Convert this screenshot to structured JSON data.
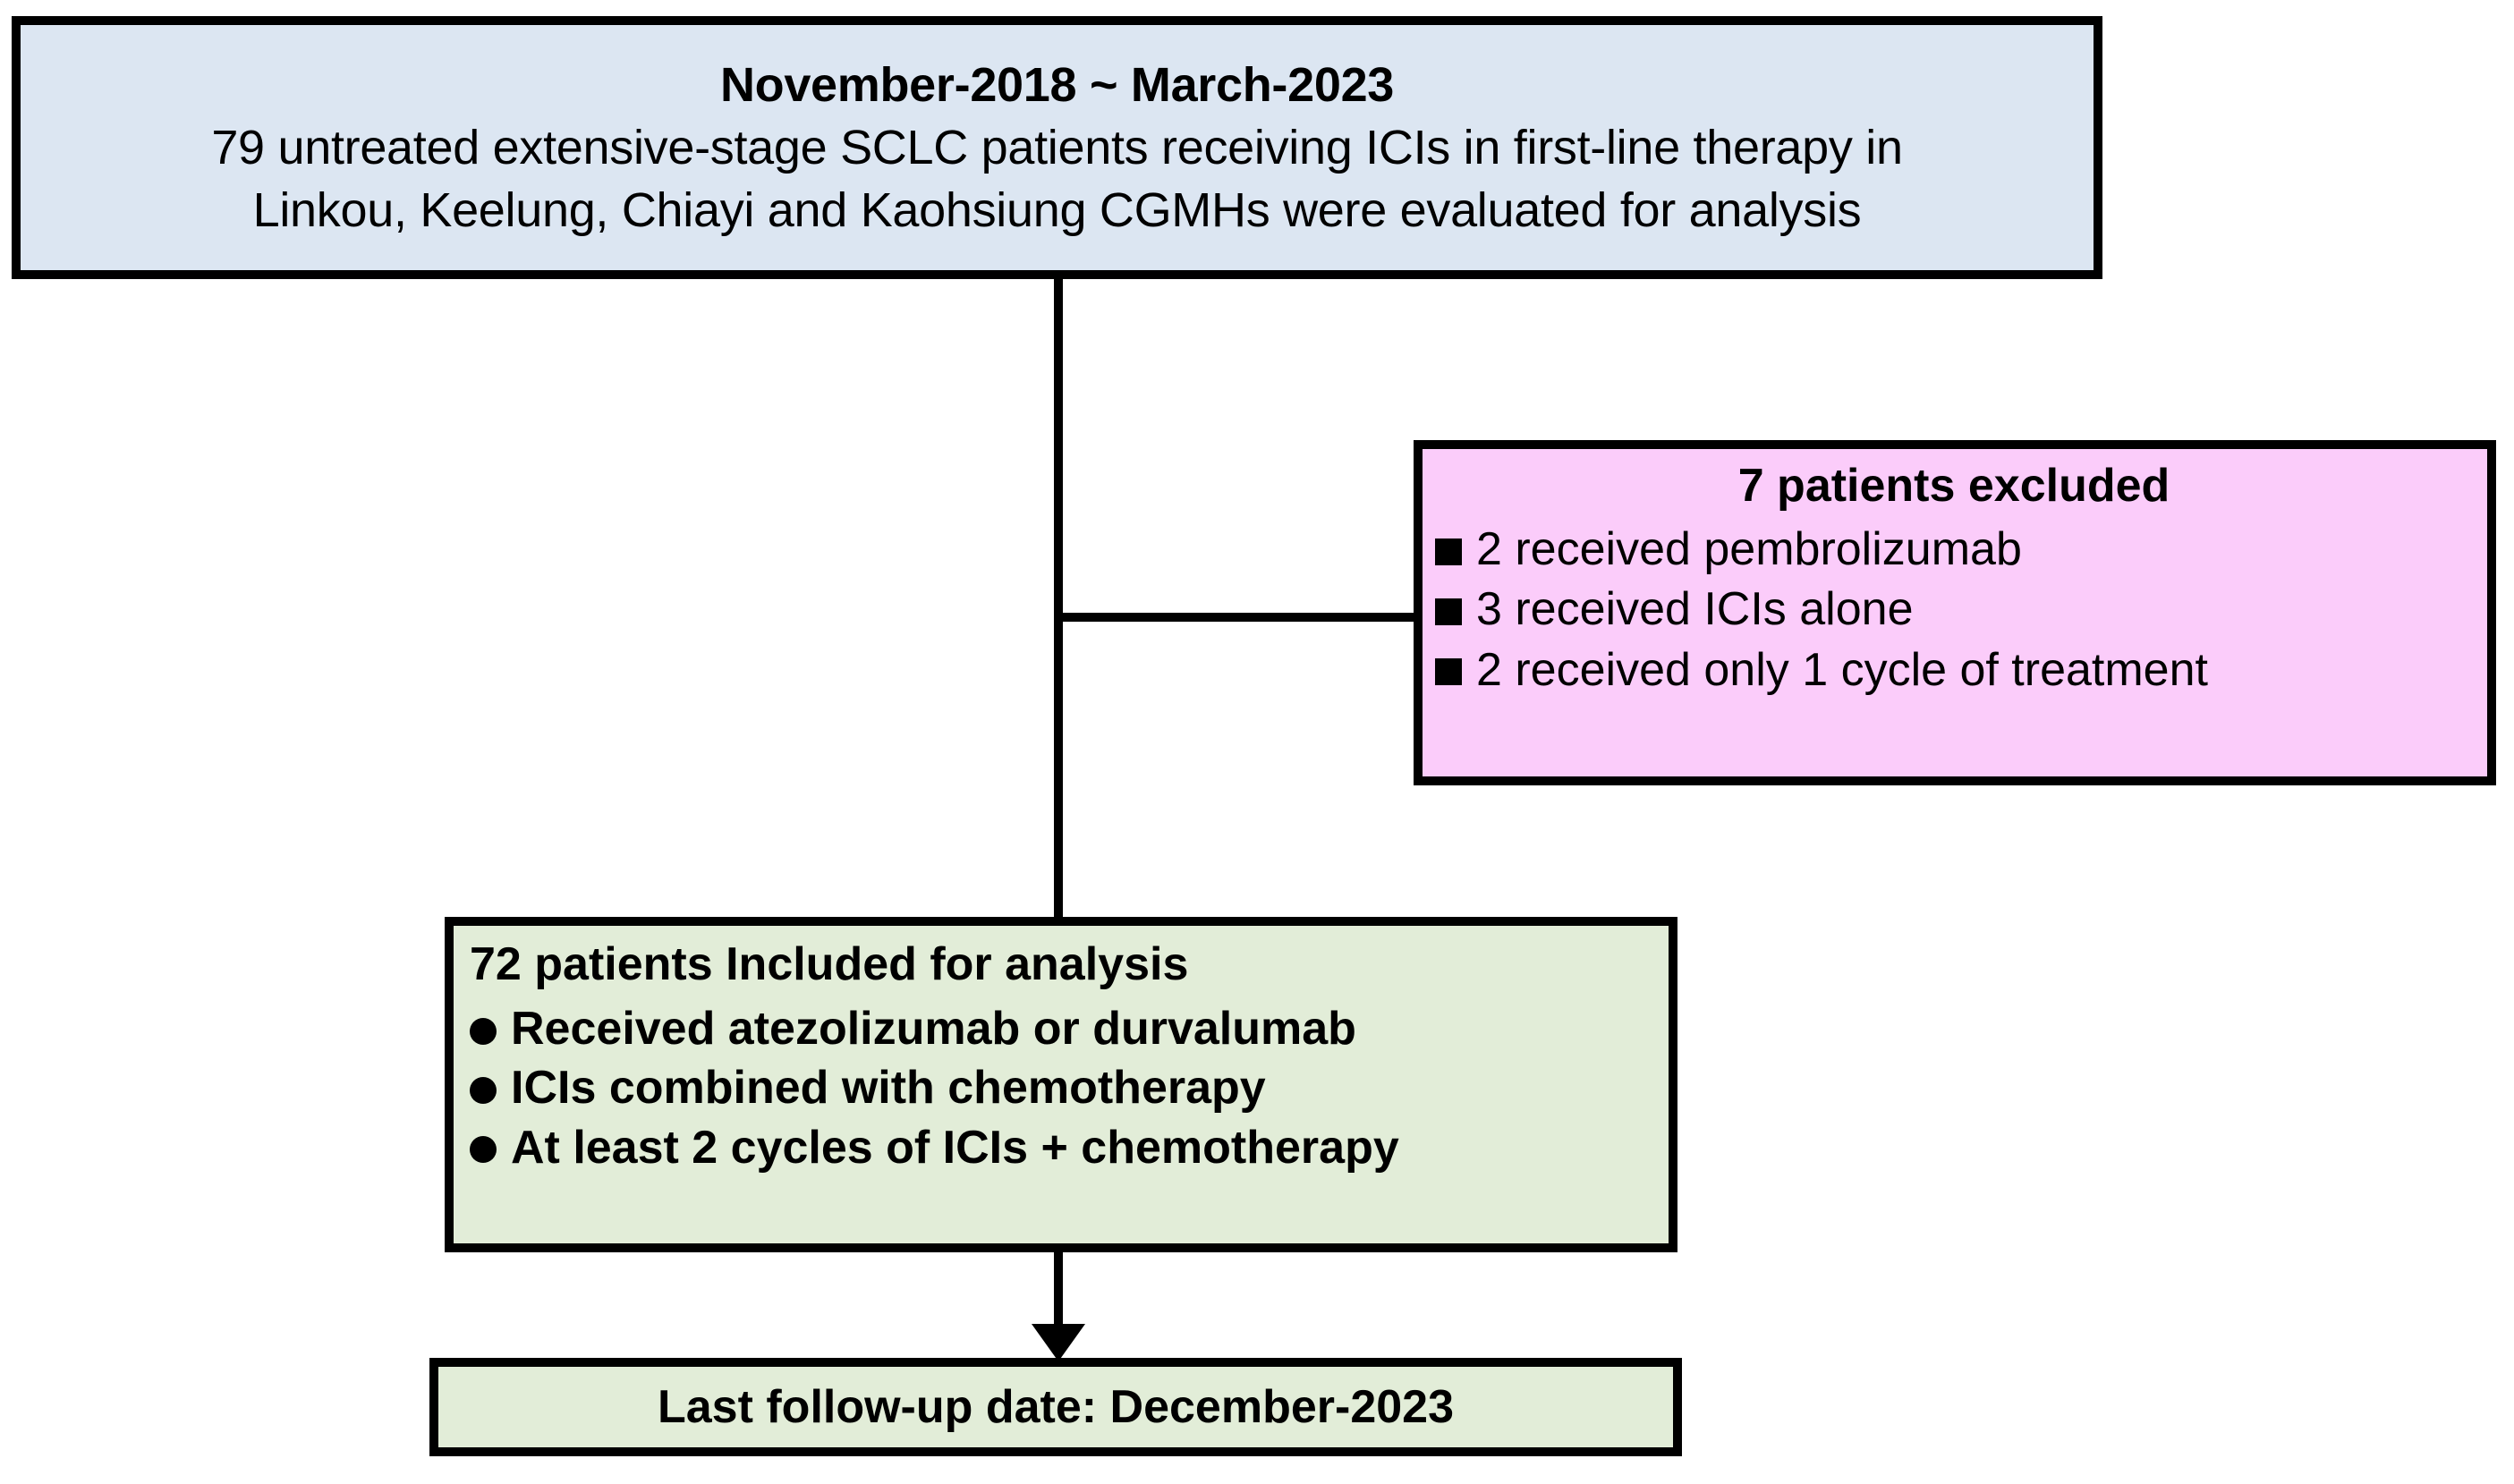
{
  "diagram": {
    "type": "consort-flow-diagram",
    "background_color": "#ffffff",
    "colors": {
      "top_box_fill": "#dce6f2",
      "excluded_box_fill": "#fbccfa",
      "included_box_fill": "#e2edd8",
      "followup_box_fill": "#e2edd8",
      "border": "#000000",
      "text": "#000000"
    },
    "top_box": {
      "lines": [
        "November-2018 ~ March-2023",
        "79 untreated extensive-stage SCLC patients receiving ICIs in first-line therapy in",
        "Linkou, Keelung, Chiayi and Kaohsiung CGMHs were evaluated for analysis"
      ]
    },
    "excluded_box": {
      "title": "7 patients excluded",
      "bullet_icon": "square-bullet-icon",
      "items": [
        "2 received pembrolizumab",
        "3 received ICIs alone",
        "2 received only 1 cycle of treatment"
      ]
    },
    "included_box": {
      "title": "72 patients Included for analysis",
      "bullet_icon": "round-bullet-icon",
      "items": [
        "Received atezolizumab or durvalumab",
        "ICIs combined with chemotherapy",
        "At least 2 cycles of ICIs + chemotherapy"
      ]
    },
    "followup_box": {
      "title": "Last follow-up date: December-2023"
    }
  }
}
